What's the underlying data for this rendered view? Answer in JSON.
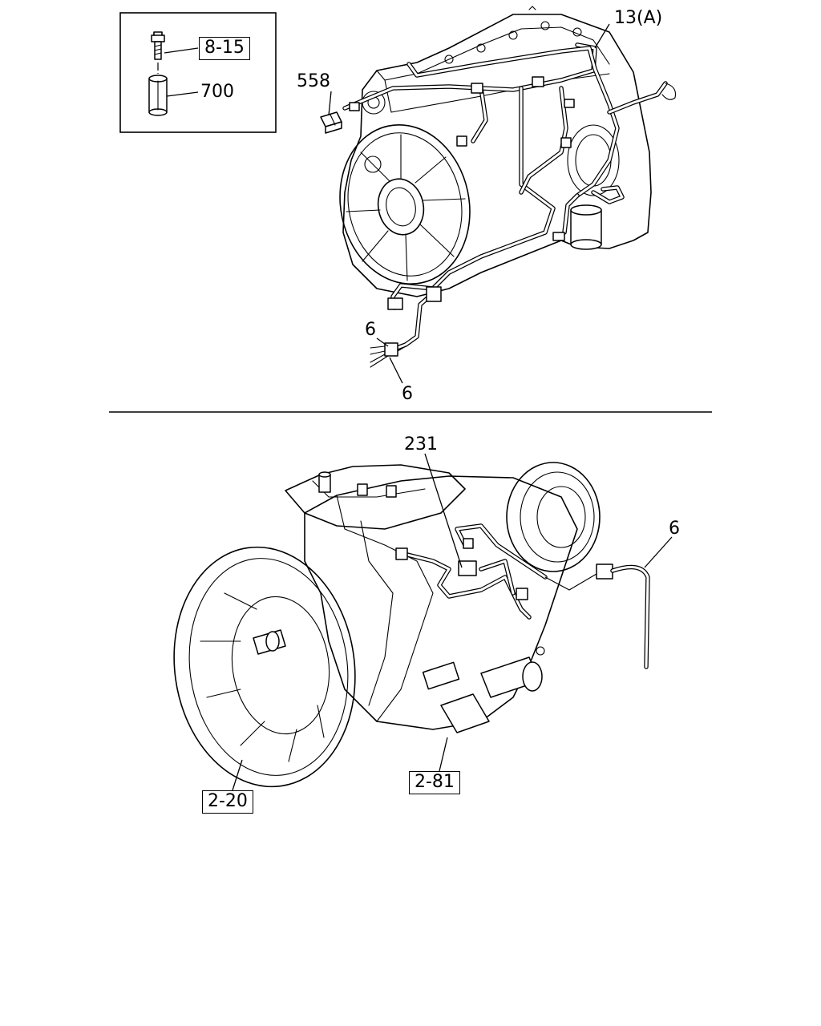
{
  "inset": {
    "bolt_ref": "8-15",
    "sleeve_ref": "700"
  },
  "engine": {
    "harness_ref": "13(A)",
    "connector_ref": "558",
    "wire_ref_upper": "6",
    "wire_ref_lower": "6"
  },
  "transmission": {
    "harness_ref": "231",
    "cable_ref": "6",
    "housing_ref": "2-20",
    "actuator_ref": "2-81"
  },
  "colors": {
    "line": "#000000",
    "background": "#ffffff"
  }
}
